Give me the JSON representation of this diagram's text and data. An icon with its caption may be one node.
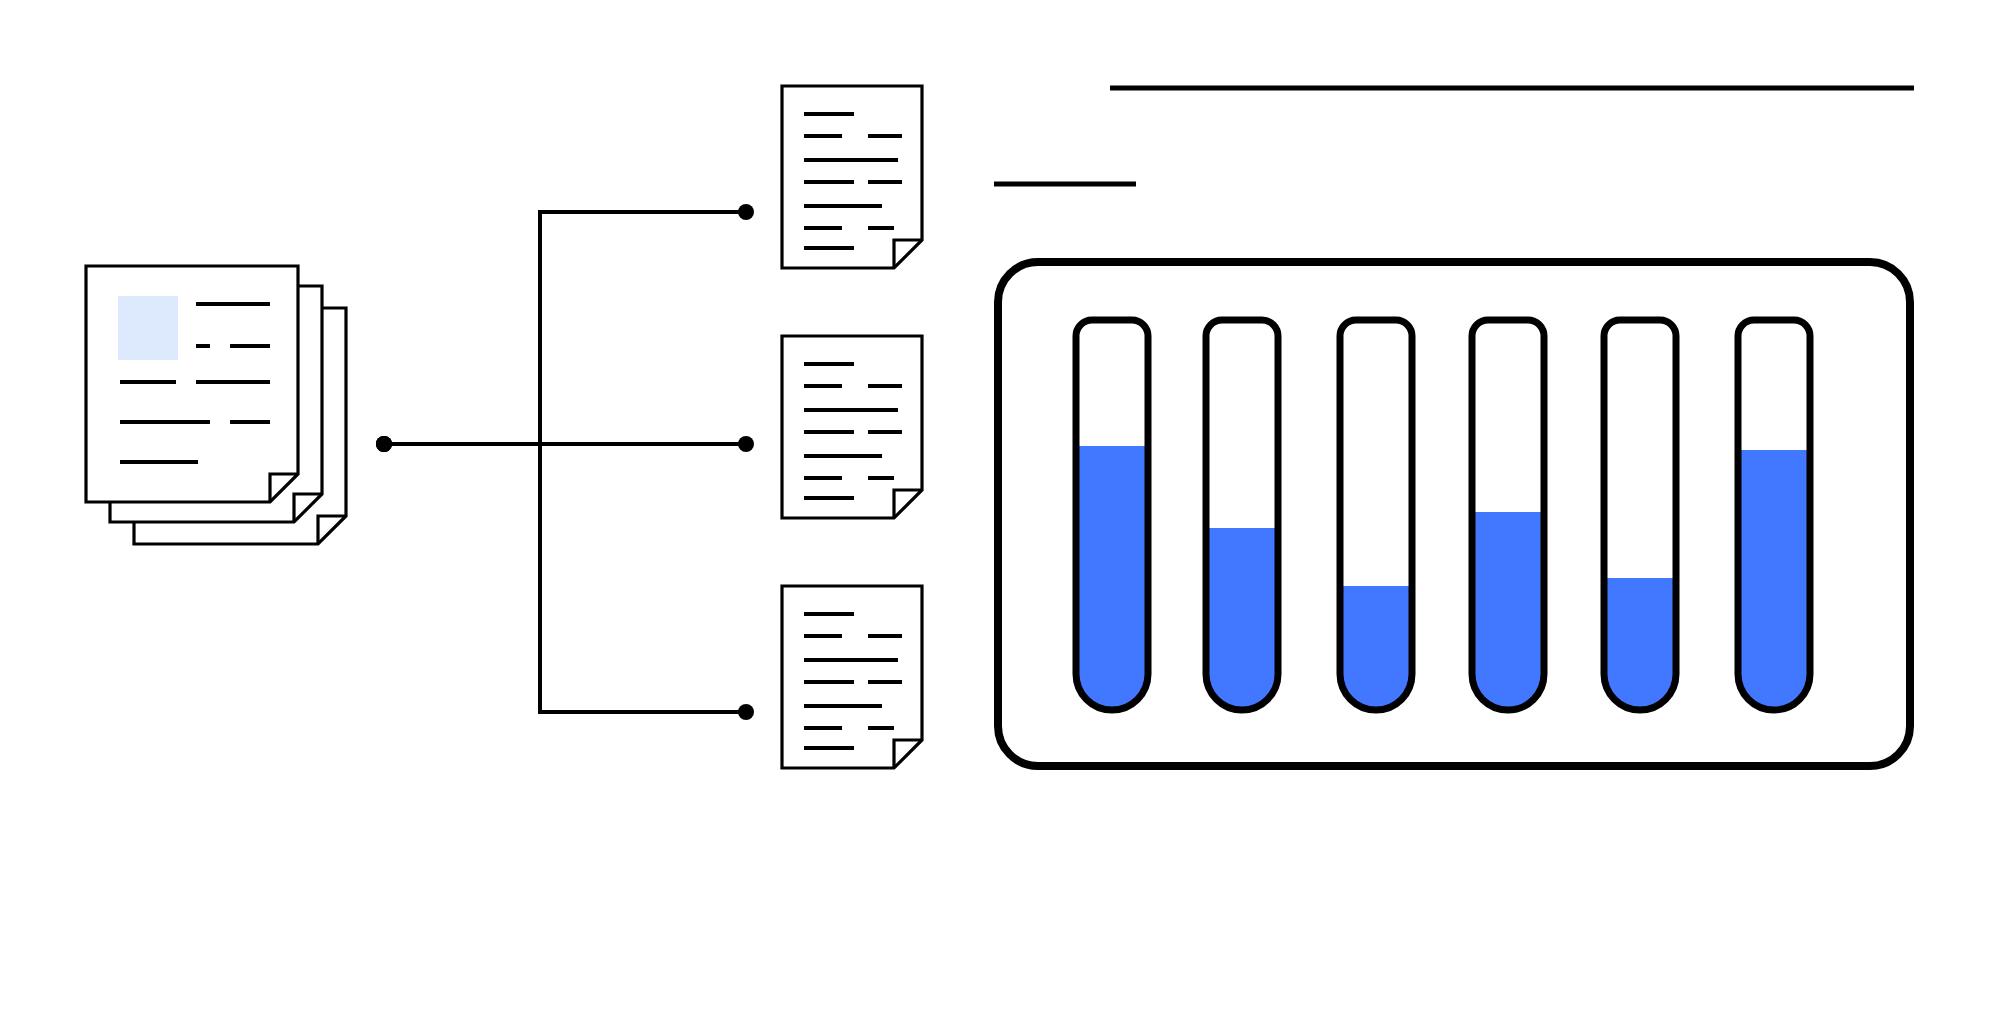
{
  "diagram": {
    "nodes": [
      {
        "text": [],
        "shape": "picture"
      },
      {
        "text": [],
        "shape": "picture"
      },
      {
        "text": [],
        "shape": "picture"
      },
      {
        "text": [],
        "shape": "picture"
      }
    ],
    "edges": [
      {
        "from": 0,
        "to": 1,
        "arrow": "other"
      },
      {
        "from": 0,
        "to": 2,
        "arrow": "other"
      },
      {
        "from": 0,
        "to": 3,
        "arrow": "other"
      }
    ]
  }
}
